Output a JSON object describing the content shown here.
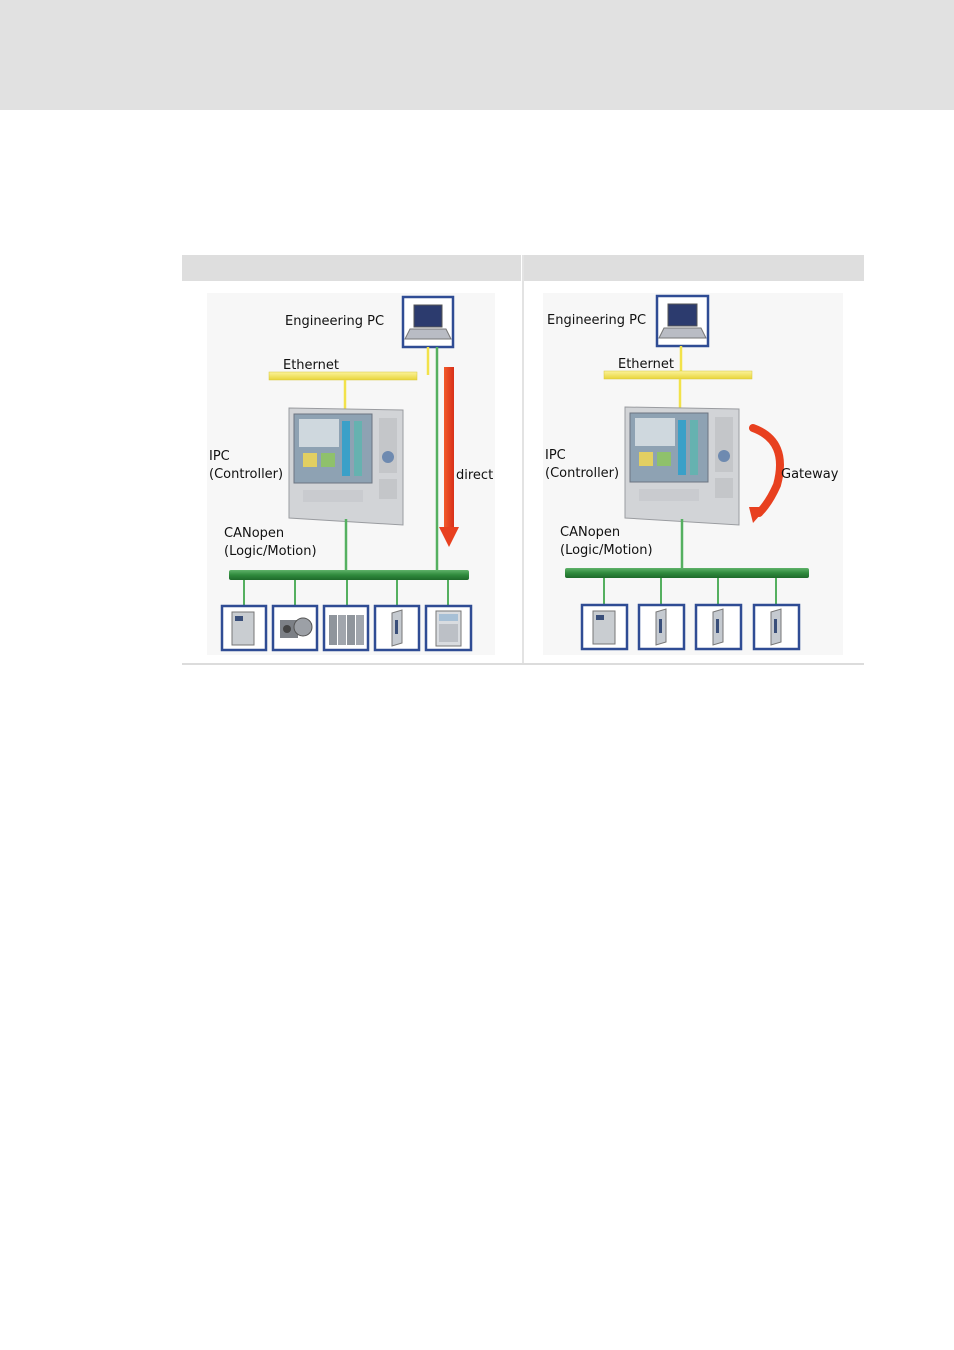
{
  "figure": {
    "left": {
      "engineering_pc": "Engineering PC",
      "ethernet": "Ethernet",
      "ipc_line1": "IPC",
      "ipc_line2": "(Controller)",
      "canopen_line1": "CANopen",
      "canopen_line2": "(Logic/Motion)",
      "arrow_label": "direct"
    },
    "right": {
      "engineering_pc": "Engineering PC",
      "ethernet": "Ethernet",
      "ipc_line1": "IPC",
      "ipc_line2": "(Controller)",
      "canopen_line1": "CANopen",
      "canopen_line2": "(Logic/Motion)",
      "arrow_label": "Gateway"
    },
    "colors": {
      "ethernet": "#f2e24a",
      "canopen_bus": "#2f8a3d",
      "arrow": "#e8401f",
      "device_frame": "#2f4c94"
    }
  }
}
